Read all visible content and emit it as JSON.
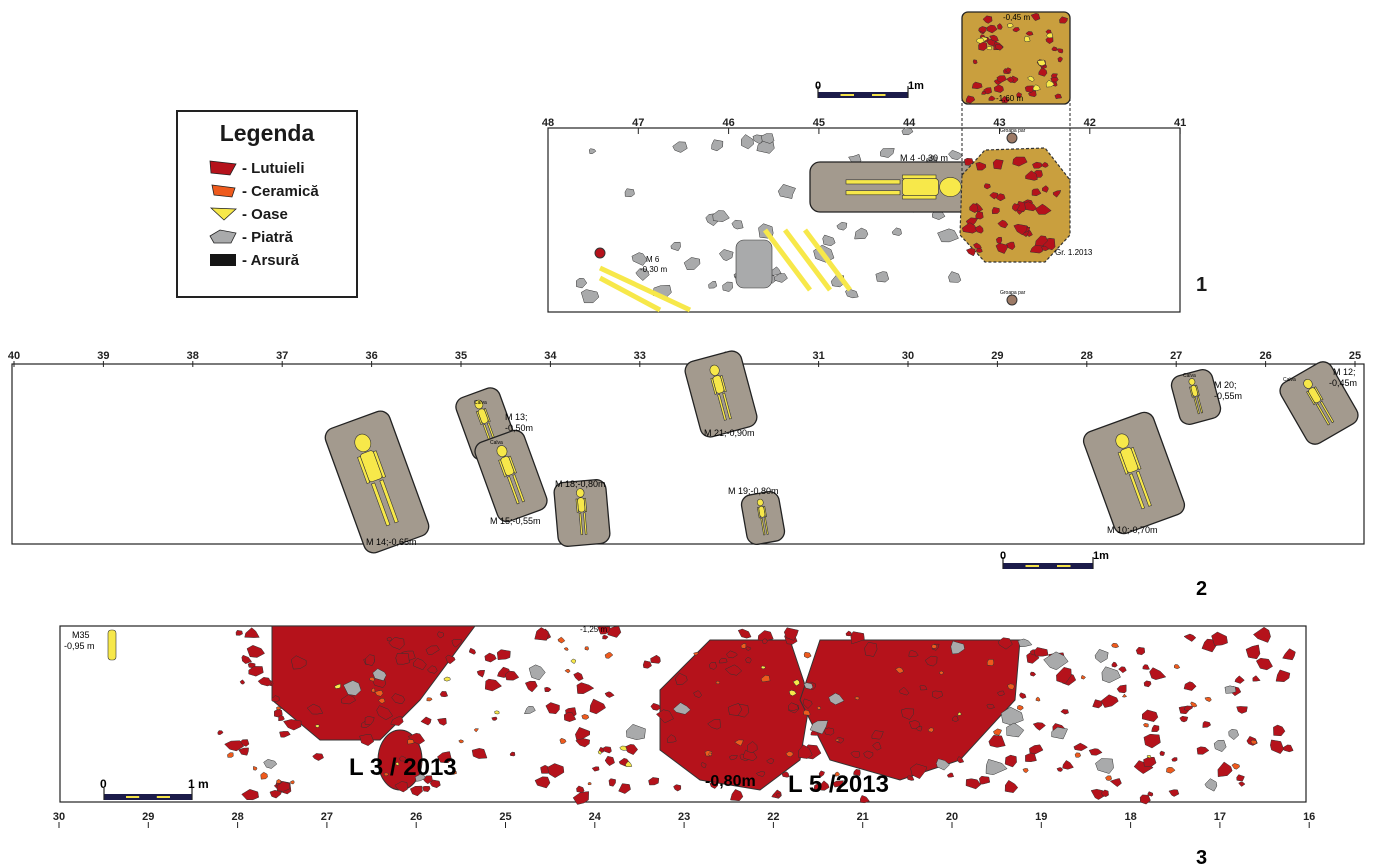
{
  "legend": {
    "title": "Legenda",
    "items": [
      {
        "label": "- Lutuieli",
        "color": "#b5121b",
        "icon": "lutuieli-swatch-icon"
      },
      {
        "label": "- Ceramică",
        "color": "#ee5a1d",
        "icon": "ceramica-swatch-icon"
      },
      {
        "label": "- Oase",
        "color": "#f7e84a",
        "icon": "oase-swatch-icon"
      },
      {
        "label": "- Piatră",
        "color": "#a9aaab",
        "icon": "piatra-swatch-icon"
      },
      {
        "label": "- Arsură",
        "color": "#151515",
        "icon": "arsura-swatch-icon"
      }
    ]
  },
  "colors": {
    "lutuieli": "#b5121b",
    "ceramica": "#ee5a1d",
    "oase": "#f7e84a",
    "piatra": "#a9aaab",
    "grave_fill": "#a39a8e",
    "outline": "#222222"
  },
  "scale_bars": {
    "panel1": "1m",
    "panel2": "1m",
    "panel3_zero": "0",
    "panel3_one": "1 m"
  },
  "scale_zero": "0",
  "panel1": {
    "number": "1",
    "axis_ticks": [
      "48",
      "47",
      "46",
      "45",
      "44",
      "43",
      "42",
      "41"
    ],
    "labels": {
      "m4": "M 4 -0,30 m",
      "m6": "M 6",
      "m6_depth": "-0,30 m",
      "gr": "Gr. 1.2013",
      "pit_top": "-0,45 m",
      "pit_bottom": "-1,60 m",
      "groapa_top": "Groapa par",
      "groapa_bottom": "Groapa par"
    }
  },
  "panel2": {
    "number": "2",
    "axis_ticks": [
      "40",
      "39",
      "38",
      "37",
      "36",
      "35",
      "34",
      "33",
      "32",
      "31",
      "30",
      "29",
      "28",
      "27",
      "26",
      "25"
    ],
    "labels": {
      "m14": "M 14;-0,65m",
      "m13": "M 13;",
      "m13_depth": "-0,50m",
      "m15": "M 15;-0,55m",
      "m18": "M 18;-0,80m",
      "m21": "M 21;-0,90m",
      "m19": "M 19;-0,80m",
      "m10": "M 10;-0,70m",
      "m20": "M 20;",
      "m20_depth": "-0,55m",
      "m12": "M 12;",
      "m12_depth": "-0,45m",
      "calva": "Calva"
    }
  },
  "panel3": {
    "number": "3",
    "axis_ticks": [
      "30",
      "29",
      "28",
      "27",
      "26",
      "25",
      "24",
      "23",
      "22",
      "21",
      "20",
      "19",
      "18",
      "17",
      "16"
    ],
    "labels": {
      "m35": "M35",
      "m35_depth": "-0,95 m",
      "l3": "L 3 / 2013",
      "l5": "L 5 /2013",
      "depth": "-0,80m",
      "depth_top": "-1,25 m"
    }
  }
}
